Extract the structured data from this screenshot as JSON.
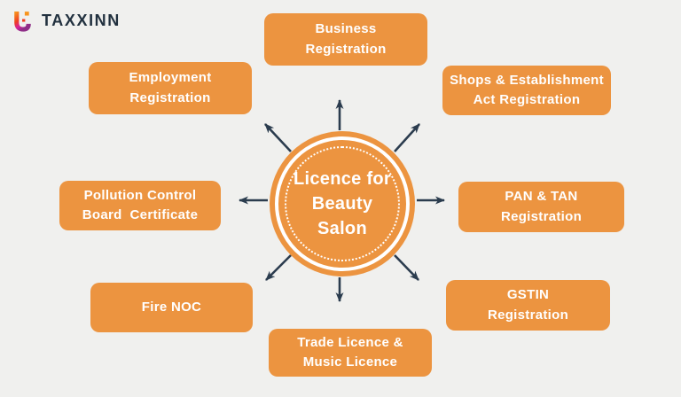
{
  "brand": {
    "name": "TAXXINN"
  },
  "hub": {
    "title": "Licence for\nBeauty\nSalon"
  },
  "nodes": [
    {
      "id": "business-registration",
      "position": "top",
      "label": "Business\nRegistration"
    },
    {
      "id": "shops-establishment-act",
      "position": "top-right",
      "label": "Shops & Establishment\nAct Registration"
    },
    {
      "id": "pan-tan-registration",
      "position": "right",
      "label": "PAN & TAN\nRegistration"
    },
    {
      "id": "gstin-registration",
      "position": "bottom-right",
      "label": "GSTIN\nRegistration"
    },
    {
      "id": "trade-music-licence",
      "position": "bottom",
      "label": "Trade Licence &\nMusic Licence"
    },
    {
      "id": "fire-noc",
      "position": "bottom-left",
      "label": "Fire NOC"
    },
    {
      "id": "pollution-control-board",
      "position": "left",
      "label": "Pollution Control\nBoard  Certificate"
    },
    {
      "id": "employment-registration",
      "position": "top-left",
      "label": "Employment\nRegistration"
    }
  ],
  "colors": {
    "background": "#F0F0EE",
    "accent_orange": "#EC9440",
    "arrow_navy": "#2B3C4E",
    "brand_navy": "#22313F",
    "text_white": "#FFFFFF"
  }
}
